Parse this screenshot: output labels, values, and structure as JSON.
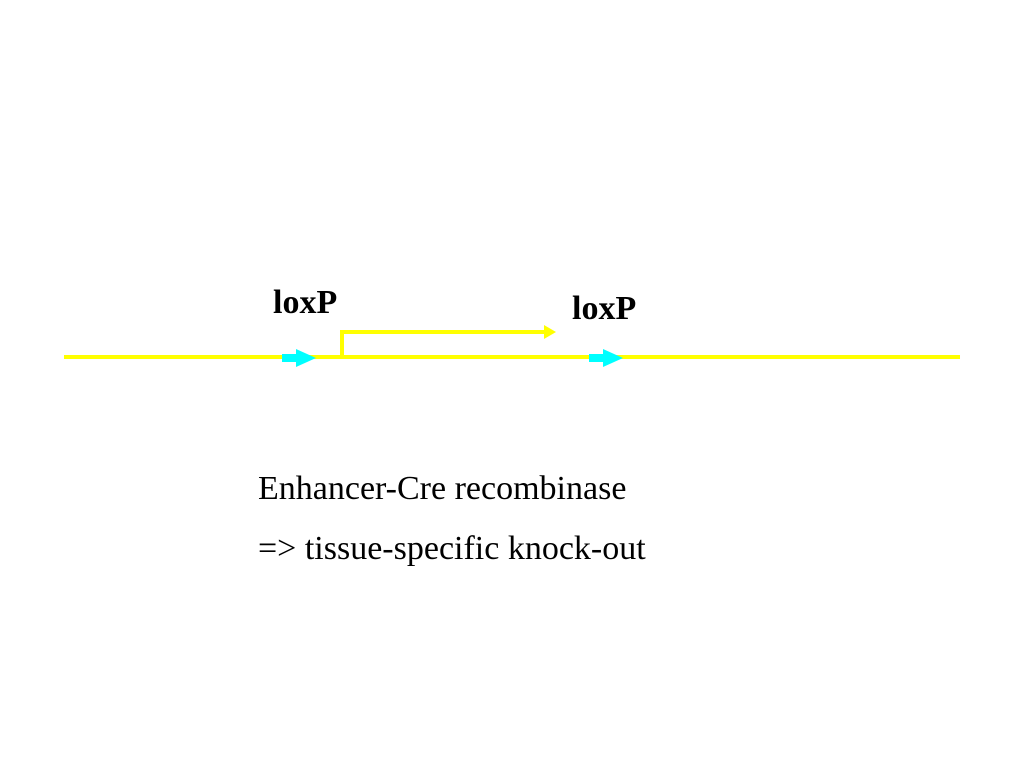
{
  "slide": {
    "loxp_left": "loxP",
    "loxp_right": "loxP",
    "caption_line_1": "Enhancer-Cre recombinase",
    "caption_line_2": "=> tissue-specific knock-out"
  },
  "colors": {
    "background": "#ffffff",
    "dna_strand": "#ffff00",
    "loxp_site": "#00ffff",
    "text": "#000000"
  }
}
